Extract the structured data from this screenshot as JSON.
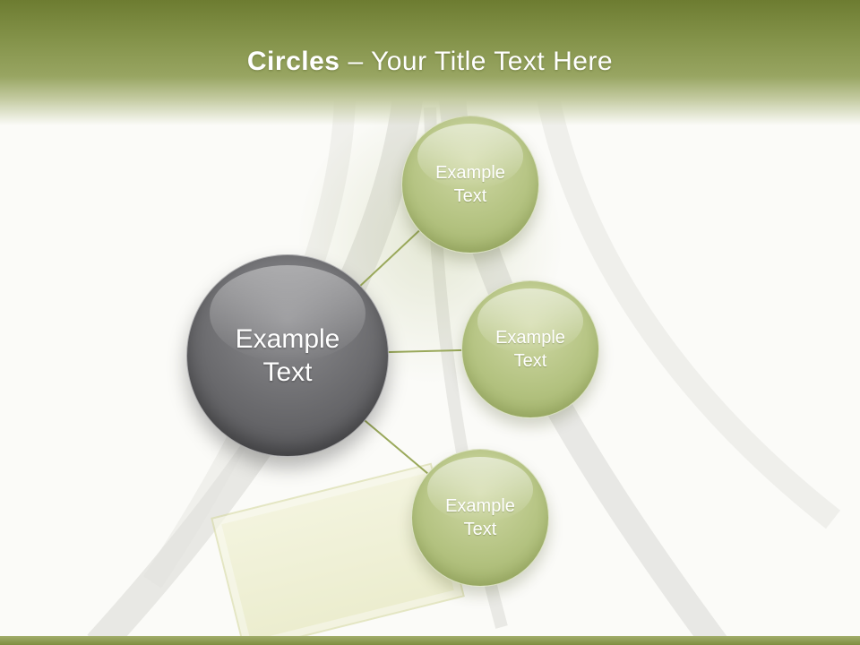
{
  "header": {
    "title_bold": "Circles",
    "title_rest": "– Your Title Text Here"
  },
  "diagram": {
    "center": {
      "label": "Example Text"
    },
    "satellites": [
      {
        "position": "top",
        "label": "Example Text"
      },
      {
        "position": "middle",
        "label": "Example Text"
      },
      {
        "position": "bottom",
        "label": "Example Text"
      }
    ]
  },
  "colors": {
    "header_olive": "#84934a",
    "footer_olive": "#7e8d3f",
    "center_circle_gray": "#68686b",
    "satellite_circle_green": "#b3c280",
    "connector_olive": "#9aa95b",
    "text_white": "#ffffff"
  }
}
